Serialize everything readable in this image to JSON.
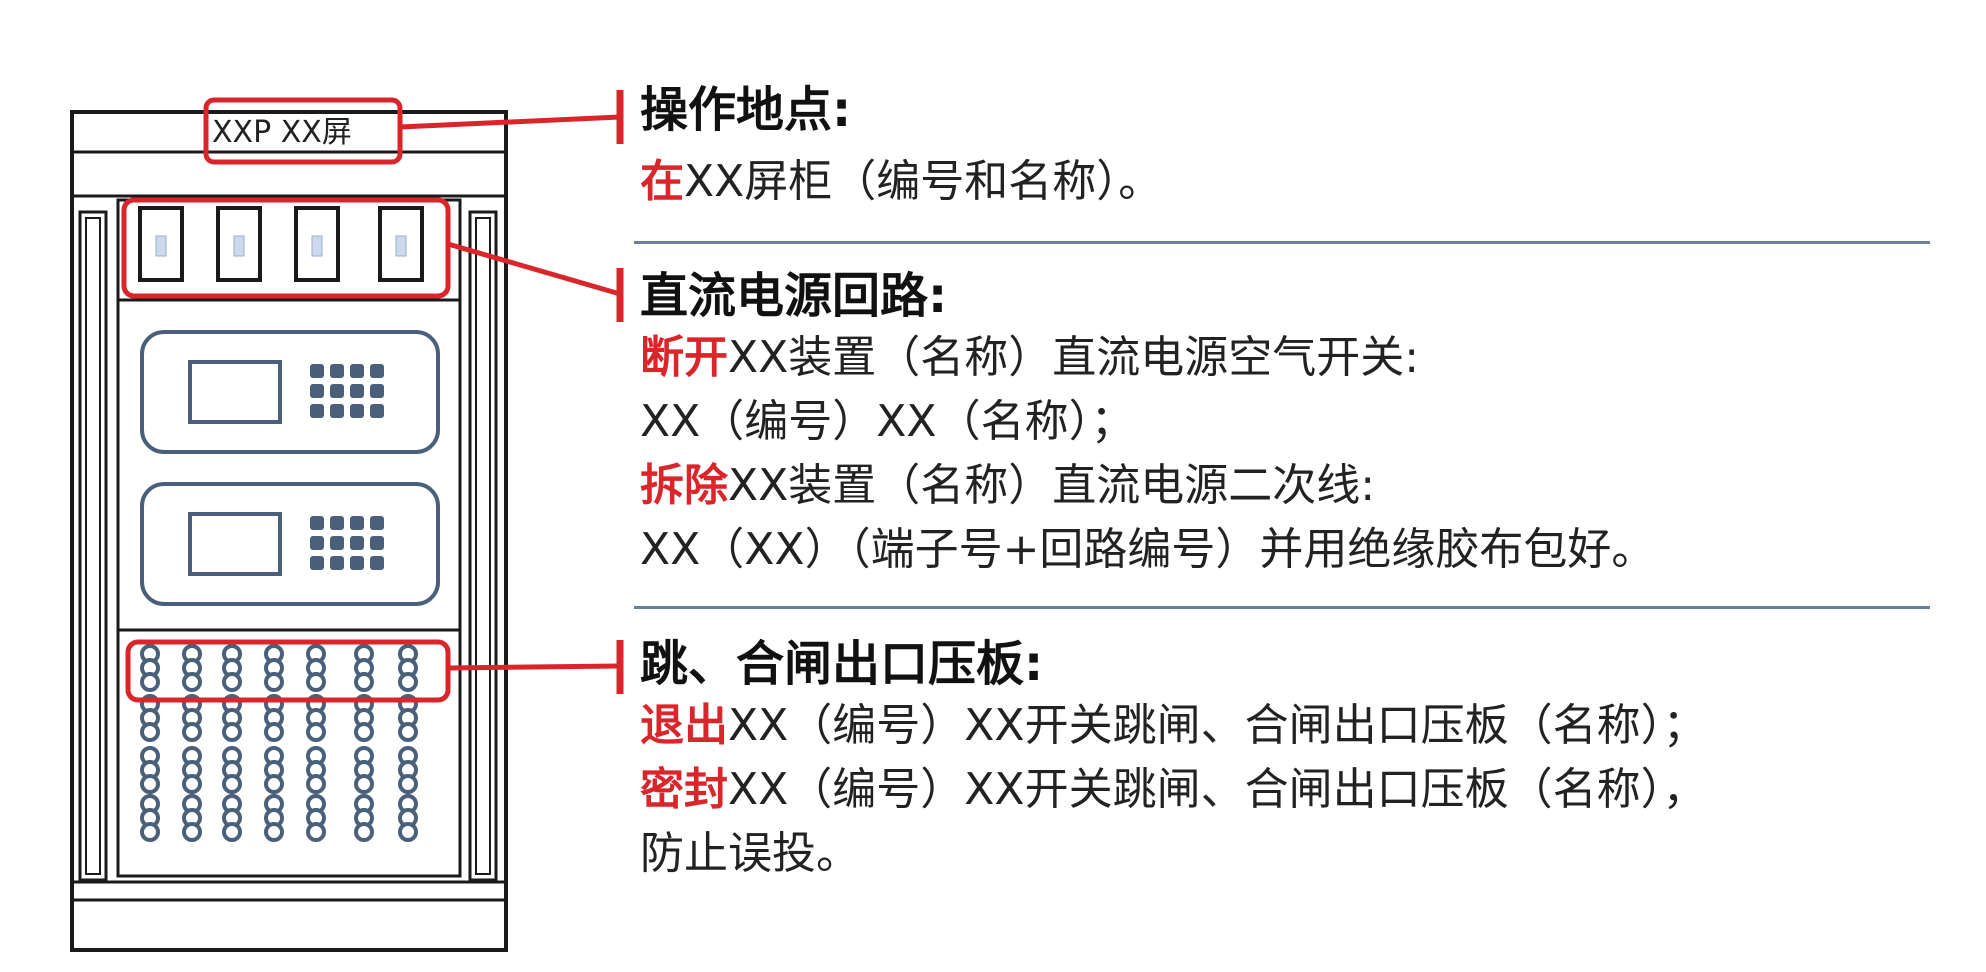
{
  "cabinet": {
    "label": "XXP XX屏"
  },
  "sections": [
    {
      "title": "操作地点:",
      "lines": [
        {
          "kw": "在",
          "text": "XX屏柜（编号和名称）。"
        }
      ]
    },
    {
      "title": "直流电源回路:",
      "lines": [
        {
          "kw": "断开",
          "text": "XX装置（名称）直流电源空气开关:"
        },
        {
          "kw": "",
          "text": "XX（编号）XX（名称）；"
        },
        {
          "kw": "拆除",
          "text": "XX装置（名称）直流电源二次线:"
        },
        {
          "kw": "",
          "text": "XX（XX）（端子号+回路编号）并用绝缘胶布包好。"
        }
      ]
    },
    {
      "title": "跳、合闸出口压板:",
      "lines": [
        {
          "kw": "退出",
          "text": "XX（编号）XX开关跳闸、合闸出口压板（名称）；"
        },
        {
          "kw": "密封",
          "text": "XX（编号）XX开关跳闸、合闸出口压板（名称），"
        },
        {
          "kw": "",
          "text": "防止误投。"
        }
      ]
    }
  ],
  "colors": {
    "highlight": "#d8262b",
    "outline": "#1a1a1a",
    "device": "#4a5f7a",
    "divider": "#6b7f98"
  }
}
